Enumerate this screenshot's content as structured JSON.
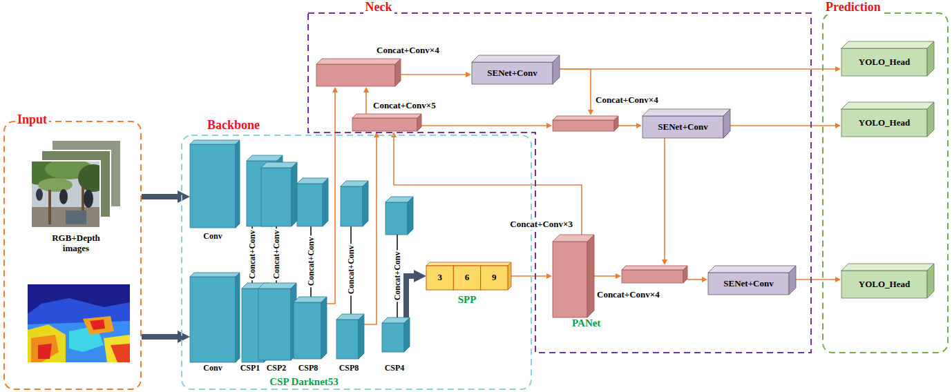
{
  "diagram": {
    "nodes": [
      {
        "text": [
          "Input",
          "RGB+Depth images"
        ]
      },
      {
        "text": [
          "Backbone",
          "CSP Darknet53"
        ]
      },
      {
        "text": [
          "Conv"
        ],
        "in": 1
      },
      {
        "text": [
          "Conv"
        ],
        "in": 1
      },
      {
        "text": [
          "CSP1"
        ],
        "in": 1
      },
      {
        "text": [
          "CSP2"
        ],
        "in": 1
      },
      {
        "text": [
          "CSP8"
        ],
        "in": 1
      },
      {
        "text": [
          "CSP8"
        ],
        "in": 1
      },
      {
        "text": [
          "CSP4"
        ],
        "in": 1
      },
      {
        "text": [
          "3",
          "6",
          "9",
          "SPP"
        ],
        "in": 1
      },
      {
        "text": [
          "Neck",
          "PANet"
        ]
      },
      {
        "text": [
          "Concat+Conv×4"
        ],
        "in": 10
      },
      {
        "text": [
          "SENet+Conv"
        ],
        "in": 10
      },
      {
        "text": [
          "Concat+Conv×5"
        ],
        "in": 10
      },
      {
        "text": [
          "Concat+Conv×4"
        ],
        "in": 10
      },
      {
        "text": [
          "SENet+Conv"
        ],
        "in": 10
      },
      {
        "text": [
          "Concat+Conv×3"
        ],
        "in": 10
      },
      {
        "text": [
          "Concat+Conv×4"
        ],
        "in": 10
      },
      {
        "text": [
          "SENet+Conv"
        ],
        "in": 10
      },
      {
        "text": [
          "Prediction"
        ]
      },
      {
        "text": [
          "YOLO_Head"
        ],
        "in": 19
      },
      {
        "text": [
          "YOLO_Head"
        ],
        "in": 19
      },
      {
        "text": [
          "YOLO_Head"
        ],
        "in": 19
      }
    ],
    "edges": [
      {
        "from": 0,
        "to": 2,
        "arrow": "to"
      },
      {
        "from": 0,
        "to": 3,
        "arrow": "to"
      },
      {
        "from": 8,
        "to": 9,
        "arrow": "to"
      },
      {
        "from": 6,
        "to": 11,
        "arrow": "to"
      },
      {
        "from": 7,
        "to": 13,
        "arrow": "to"
      },
      {
        "from": 16,
        "to": 13,
        "arrow": "to"
      },
      {
        "from": 9,
        "to": 16,
        "arrow": "to"
      },
      {
        "from": 13,
        "to": 11,
        "arrow": "to"
      },
      {
        "from": 11,
        "to": 12,
        "arrow": "to"
      },
      {
        "from": 12,
        "to": 20,
        "arrow": "to"
      },
      {
        "from": 12,
        "to": 14,
        "arrow": "to"
      },
      {
        "from": 13,
        "to": 14,
        "arrow": "to"
      },
      {
        "from": 14,
        "to": 15,
        "arrow": "to"
      },
      {
        "from": 15,
        "to": 21,
        "arrow": "to"
      },
      {
        "from": 15,
        "to": 17,
        "arrow": "to"
      },
      {
        "from": 16,
        "to": 17,
        "arrow": "to"
      },
      {
        "from": 17,
        "to": 18,
        "arrow": "to"
      },
      {
        "from": 18,
        "to": 22,
        "arrow": "to"
      }
    ],
    "labels": [
      "Concat+Conv",
      "Concat+Conv",
      "Concat+Conv",
      "Concat+Conv",
      "Concat+Conv"
    ]
  }
}
